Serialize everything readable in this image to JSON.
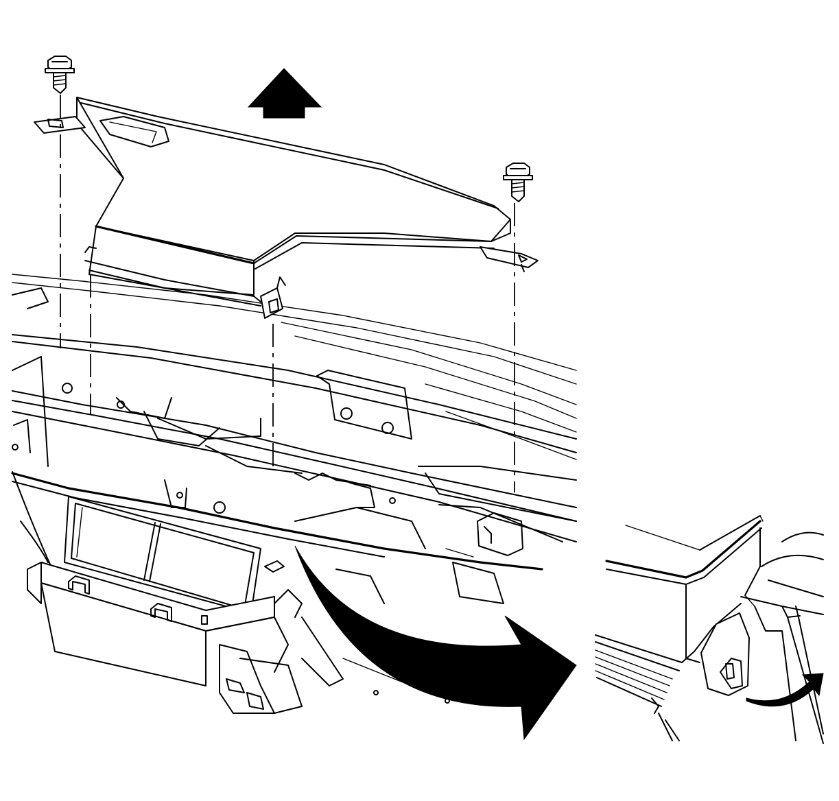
{
  "figure": {
    "kind": "service-procedure-illustration",
    "colors": {
      "ink": "#000000",
      "paper": "#ffffff"
    },
    "icons": [
      "bolt-icon",
      "bolt-icon",
      "up-arrow-icon",
      "curved-arrow-icon",
      "small-curved-arrow-icon"
    ],
    "views": [
      "main-view",
      "detail-view"
    ]
  }
}
